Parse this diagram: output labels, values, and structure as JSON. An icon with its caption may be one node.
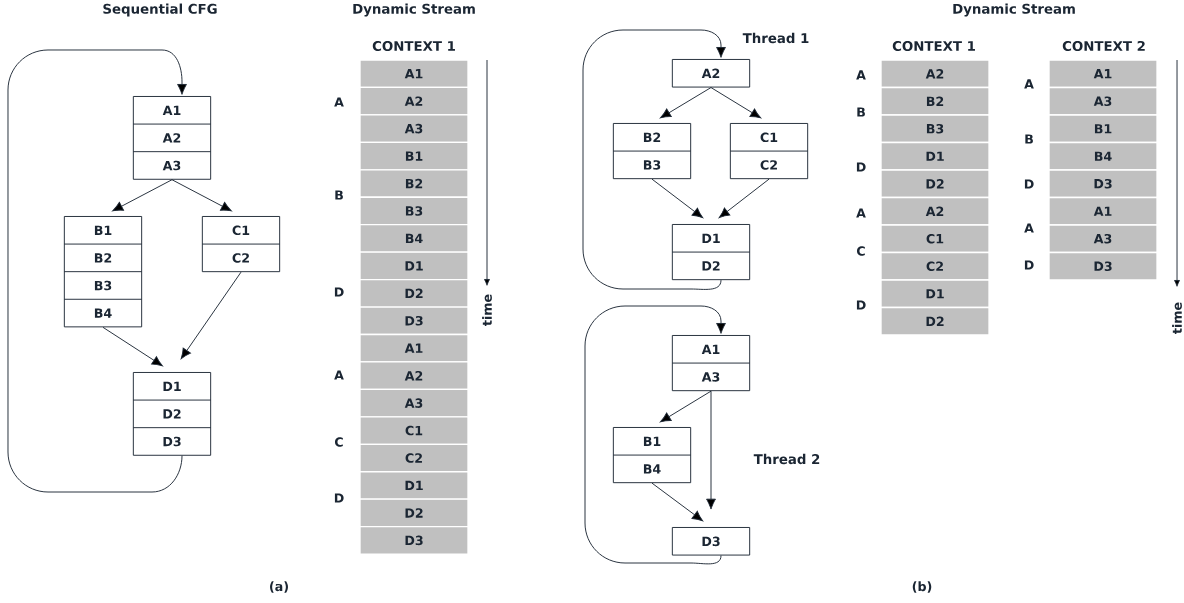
{
  "diagram": {
    "nodes": [
      {
        "text": [
          "A1",
          "A2",
          "A3"
        ]
      },
      {
        "text": [
          "B1",
          "B2",
          "B3",
          "B4"
        ]
      },
      {
        "text": [
          "C1",
          "C2"
        ]
      },
      {
        "text": [
          "D1",
          "D2",
          "D3"
        ]
      },
      {
        "text": [
          "A2"
        ]
      },
      {
        "text": [
          "B2",
          "B3"
        ]
      },
      {
        "text": [
          "C1",
          "C2"
        ]
      },
      {
        "text": [
          "D1",
          "D2"
        ]
      },
      {
        "text": [
          "A1",
          "A3"
        ]
      },
      {
        "text": [
          "B1",
          "B4"
        ]
      },
      {
        "text": [
          "D3"
        ]
      },
      {
        "text": [
          "A1"
        ]
      },
      {
        "text": [
          "A2"
        ]
      },
      {
        "text": [
          "A3"
        ]
      },
      {
        "text": [
          "B1"
        ]
      },
      {
        "text": [
          "B2"
        ]
      },
      {
        "text": [
          "B3"
        ]
      },
      {
        "text": [
          "B4"
        ]
      },
      {
        "text": [
          "D1"
        ]
      },
      {
        "text": [
          "D2"
        ]
      },
      {
        "text": [
          "D3"
        ]
      },
      {
        "text": [
          "A1"
        ]
      },
      {
        "text": [
          "A2"
        ]
      },
      {
        "text": [
          "A3"
        ]
      },
      {
        "text": [
          "C1"
        ]
      },
      {
        "text": [
          "C2"
        ]
      },
      {
        "text": [
          "D1"
        ]
      },
      {
        "text": [
          "D2"
        ]
      },
      {
        "text": [
          "D3"
        ]
      },
      {
        "text": [
          "A2"
        ]
      },
      {
        "text": [
          "B2"
        ]
      },
      {
        "text": [
          "B3"
        ]
      },
      {
        "text": [
          "D1"
        ]
      },
      {
        "text": [
          "D2"
        ]
      },
      {
        "text": [
          "A2"
        ]
      },
      {
        "text": [
          "C1"
        ]
      },
      {
        "text": [
          "C2"
        ]
      },
      {
        "text": [
          "D1"
        ]
      },
      {
        "text": [
          "D2"
        ]
      },
      {
        "text": [
          "A1"
        ]
      },
      {
        "text": [
          "A3"
        ]
      },
      {
        "text": [
          "B1"
        ]
      },
      {
        "text": [
          "B4"
        ]
      },
      {
        "text": [
          "D3"
        ]
      },
      {
        "text": [
          "A1"
        ]
      },
      {
        "text": [
          "A3"
        ]
      },
      {
        "text": [
          "D3"
        ]
      }
    ],
    "edges": [
      {
        "from": 0,
        "to": 1,
        "arrow": "to"
      },
      {
        "from": 0,
        "to": 2,
        "arrow": "to"
      },
      {
        "from": 1,
        "to": 3,
        "arrow": "to"
      },
      {
        "from": 2,
        "to": 3,
        "arrow": "to"
      },
      {
        "from": 3,
        "to": 0,
        "arrow": "to"
      },
      {
        "from": 4,
        "to": 5,
        "arrow": "to"
      },
      {
        "from": 4,
        "to": 6,
        "arrow": "to"
      },
      {
        "from": 5,
        "to": 7,
        "arrow": "to"
      },
      {
        "from": 6,
        "to": 7,
        "arrow": "to"
      },
      {
        "from": 7,
        "to": 4,
        "arrow": "to"
      },
      {
        "from": 8,
        "to": 9,
        "arrow": "to"
      },
      {
        "from": 8,
        "to": 10,
        "arrow": "to"
      },
      {
        "from": 9,
        "to": 10,
        "arrow": "to"
      },
      {
        "from": 10,
        "to": 8,
        "arrow": "to"
      }
    ],
    "labels": [
      "Sequential CFG",
      "Dynamic Stream",
      "CONTEXT 1",
      "A",
      "B",
      "D",
      "A",
      "C",
      "D",
      "time",
      "(a)",
      "Thread 1",
      "Thread 2",
      "Dynamic Stream",
      "CONTEXT 1",
      "CONTEXT 2",
      "A",
      "B",
      "D",
      "A",
      "C",
      "D",
      "A",
      "B",
      "D",
      "A",
      "D",
      "time",
      "(b)"
    ]
  }
}
